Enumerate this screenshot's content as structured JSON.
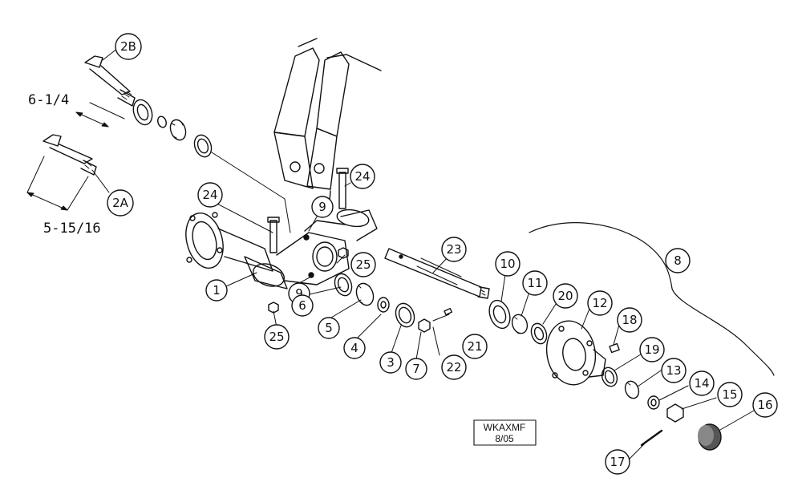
{
  "drawing": {
    "stamp_code": "WKAXMF",
    "stamp_date": "8/05",
    "dimension_2b": "6-1/4",
    "dimension_2a": "5-15/16"
  },
  "callouts": [
    {
      "id": "2B",
      "label": "2B"
    },
    {
      "id": "2A",
      "label": "2A"
    },
    {
      "id": "24a",
      "label": "24"
    },
    {
      "id": "24b",
      "label": "24"
    },
    {
      "id": "9a",
      "label": "9"
    },
    {
      "id": "9b",
      "label": "9"
    },
    {
      "id": "25a",
      "label": "25"
    },
    {
      "id": "25b",
      "label": "25"
    },
    {
      "id": "1",
      "label": "1"
    },
    {
      "id": "6",
      "label": "6"
    },
    {
      "id": "5",
      "label": "5"
    },
    {
      "id": "4",
      "label": "4"
    },
    {
      "id": "3",
      "label": "3"
    },
    {
      "id": "7",
      "label": "7"
    },
    {
      "id": "22",
      "label": "22"
    },
    {
      "id": "21",
      "label": "21"
    },
    {
      "id": "23",
      "label": "23"
    },
    {
      "id": "10",
      "label": "10"
    },
    {
      "id": "11",
      "label": "11"
    },
    {
      "id": "20",
      "label": "20"
    },
    {
      "id": "12",
      "label": "12"
    },
    {
      "id": "18",
      "label": "18"
    },
    {
      "id": "19",
      "label": "19"
    },
    {
      "id": "13",
      "label": "13"
    },
    {
      "id": "14",
      "label": "14"
    },
    {
      "id": "15",
      "label": "15"
    },
    {
      "id": "16",
      "label": "16"
    },
    {
      "id": "17",
      "label": "17"
    },
    {
      "id": "8",
      "label": "8"
    }
  ]
}
